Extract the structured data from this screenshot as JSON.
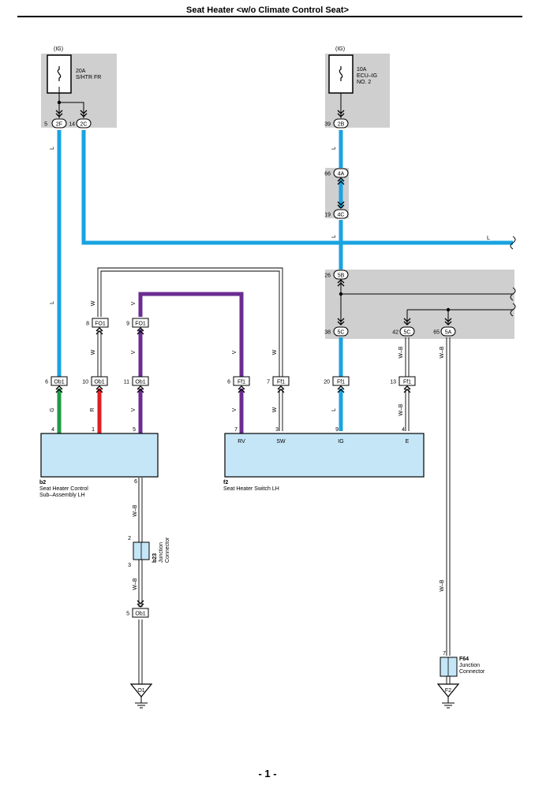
{
  "title": "Seat Heater <w/o Climate Control Seat>",
  "page": "- 1 -",
  "colors": {
    "L": "#1aa3e0",
    "V": "#6b2c91",
    "G": "#1f9a47",
    "R": "#e01e26",
    "panel": "#cfcfcf",
    "component": "#c5e6f7"
  },
  "fuses": [
    {
      "supply": "(IG)",
      "rating": "20A",
      "name": "S/HTR FR"
    },
    {
      "supply": "(IG)",
      "rating": "10A",
      "name": "ECU–IG",
      "name2": "NO. 2"
    }
  ],
  "connectors": [
    {
      "pin": "5",
      "id": "2F"
    },
    {
      "pin": "14",
      "id": "2C"
    },
    {
      "pin": "39",
      "id": "2B"
    },
    {
      "pin": "66",
      "id": "4A"
    },
    {
      "pin": "19",
      "id": "4C"
    },
    {
      "pin": "26",
      "id": "5B"
    },
    {
      "pin": "38",
      "id": "5C"
    },
    {
      "pin": "42",
      "id": "5C"
    },
    {
      "pin": "65",
      "id": "5A"
    },
    {
      "pin": "8",
      "id": "FO1"
    },
    {
      "pin": "9",
      "id": "FO1"
    },
    {
      "pin": "6",
      "id": "Ob1"
    },
    {
      "pin": "10",
      "id": "Ob1"
    },
    {
      "pin": "11",
      "id": "Ob1"
    },
    {
      "pin": "6",
      "id": "Ff1"
    },
    {
      "pin": "7",
      "id": "Ff1"
    },
    {
      "pin": "20",
      "id": "Ff1"
    },
    {
      "pin": "13",
      "id": "Ff1"
    },
    {
      "pin": "5",
      "id": "Ob1"
    }
  ],
  "wire_labels": [
    "L",
    "L",
    "L",
    "L",
    "L",
    "W",
    "V",
    "W",
    "V",
    "V",
    "W",
    "W–B",
    "G",
    "R",
    "V",
    "V",
    "W",
    "L",
    "W–B",
    "W–B",
    "W–B",
    "W–B",
    "W–B"
  ],
  "components": [
    {
      "code": "b2",
      "name": "Seat Heater Control",
      "name2": "Sub–Assembly LH",
      "pins": [
        "4",
        "1",
        "5",
        "6"
      ]
    },
    {
      "code": "f2",
      "name": "Seat Heater Switch LH",
      "terminals": [
        "RV",
        "SW",
        "IG",
        "E"
      ],
      "pins": [
        "7",
        "3",
        "9",
        "4"
      ]
    }
  ],
  "junctions": [
    {
      "code": "b23",
      "name": "Junction",
      "name2": "Connector",
      "pins": [
        "2",
        "3"
      ]
    },
    {
      "code": "F64",
      "name": "Junction",
      "name2": "Connector",
      "pins": [
        "7"
      ]
    }
  ],
  "grounds": [
    "O1",
    "F2"
  ]
}
